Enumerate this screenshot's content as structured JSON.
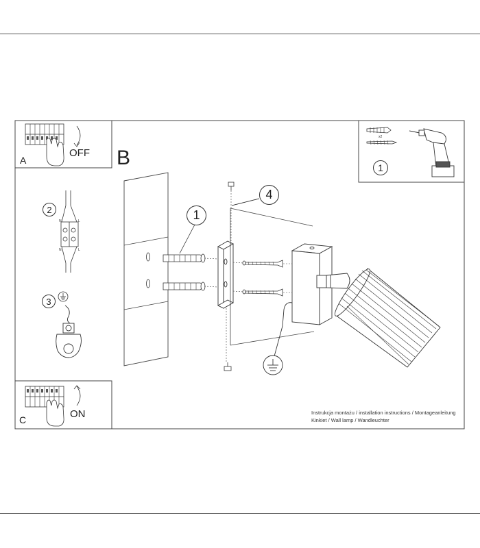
{
  "panels": {
    "a": {
      "letter": "A",
      "switch_text": "OFF"
    },
    "b": {
      "letter": "B"
    },
    "c": {
      "letter": "C",
      "switch_text": "ON"
    }
  },
  "steps": {
    "tools": {
      "number": "1",
      "multiplier": "x2"
    },
    "wiring": {
      "number": "2",
      "terminal_labels": [
        "N",
        "L",
        "N",
        "L"
      ]
    },
    "ground": {
      "number": "3"
    },
    "anchors": {
      "number": "1"
    },
    "bracket": {
      "number": "4"
    }
  },
  "footer": {
    "line1": "Instrukcja montażu / installation instructions / Montageanleitung",
    "line2": "Kinkiet / Wall lamp / Wandleuchter"
  }
}
